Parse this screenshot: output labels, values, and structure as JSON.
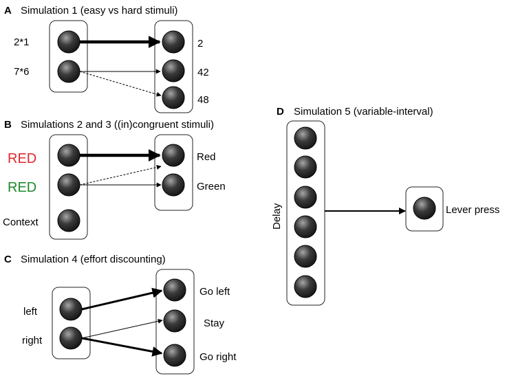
{
  "colors": {
    "red_text": "#e0272b",
    "green_text": "#1e8a2a",
    "node_dark": "#1a1a1a",
    "node_light": "#9a9a9a"
  },
  "panels": {
    "a": {
      "letter": "A",
      "title": "Simulation 1 (easy vs hard stimuli)",
      "inputs": [
        "2*1",
        "7*6"
      ],
      "outputs": [
        "2",
        "42",
        "48"
      ]
    },
    "b": {
      "letter": "B",
      "title": "Simulations 2 and 3 ((in)congruent stimuli)",
      "inputs": [
        "RED",
        "RED",
        "Context"
      ],
      "outputs": [
        "Red",
        "Green"
      ]
    },
    "c": {
      "letter": "C",
      "title": "Simulation 4 (effort discounting)",
      "inputs": [
        "left",
        "right"
      ],
      "outputs": [
        "Go left",
        "Stay",
        "Go right"
      ]
    },
    "d": {
      "letter": "D",
      "title": "Simulation 5 (variable-interval)",
      "input_label": "Delay",
      "output_label": "Lever press"
    }
  }
}
